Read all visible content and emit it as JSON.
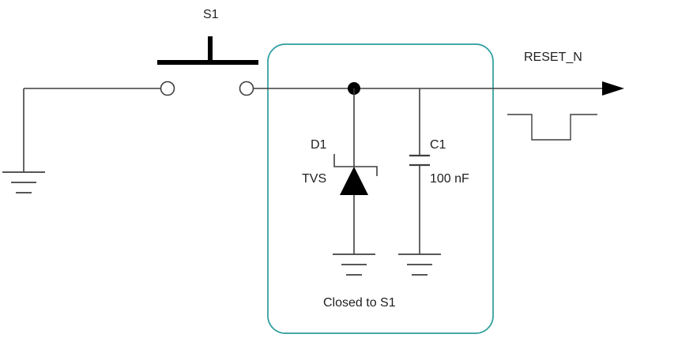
{
  "colors": {
    "background": "#ffffff",
    "wire": "#3f3f3f",
    "symbol": "#000000",
    "accent": "#2d9c9c",
    "text": "#1f1f1f"
  },
  "schematic": {
    "switch_label": "S1",
    "signal_label": "RESET_N",
    "diode_ref": "D1",
    "diode_type": "TVS",
    "capacitor_ref": "C1",
    "capacitor_value": "100 nF",
    "box_note": "Closed to S1"
  },
  "symbols": [
    "ground-symbol",
    "pushbutton-switch-symbol",
    "junction-dot",
    "tvs-diode-symbol",
    "capacitor-symbol",
    "signal-arrowhead",
    "negative-pulse-waveform",
    "highlight-box"
  ]
}
